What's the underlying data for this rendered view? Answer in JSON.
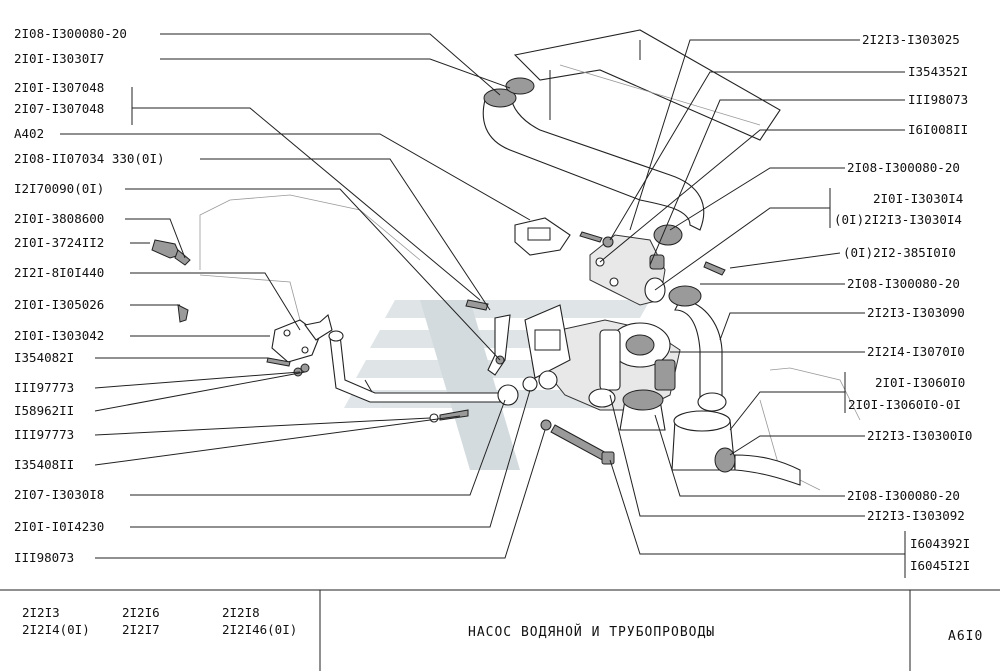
{
  "labels_left": [
    "2I08-I300080-20",
    "2I0I-I3030I7",
    "2I0I-I307048",
    "2I07-I307048",
    "A402",
    "2I08-II07034 330(0I)",
    "I2I70090(0I)",
    "2I0I-3808600",
    "2I0I-3724II2",
    "2I2I-8I0I440",
    "2I0I-I305026",
    "2I0I-I303042",
    "I354082I",
    "III97773",
    "I58962II",
    "III97773",
    "I35408II",
    "2I07-I3030I8",
    "2I0I-I0I4230",
    "III98073"
  ],
  "labels_right": [
    "2I2I3-I303025",
    "I354352I",
    "III98073",
    "I6I008II",
    "2I08-I300080-20",
    "2I0I-I3030I4",
    "(0I)2I2I3-I3030I4",
    "(0I)2I2-385I0I0",
    "2I08-I300080-20",
    "2I2I3-I303090",
    "2I2I4-I3070I0",
    "2I0I-I3060I0",
    "2I0I-I3060I0-0I",
    "2I2I3-I30300I0",
    "2I08-I300080-20",
    "2I2I3-I303092",
    "I604392I",
    "I6045I2I"
  ],
  "footer": {
    "models": [
      "2I2I3",
      "2I2I6",
      "2I2I8",
      "2I2I4(0I)",
      "2I2I7",
      "2I2I46(0I)"
    ],
    "title": "НАСОС  ВОДЯНОЙ  И  ТРУБОПРОВОДЫ",
    "code": "A6I0"
  }
}
